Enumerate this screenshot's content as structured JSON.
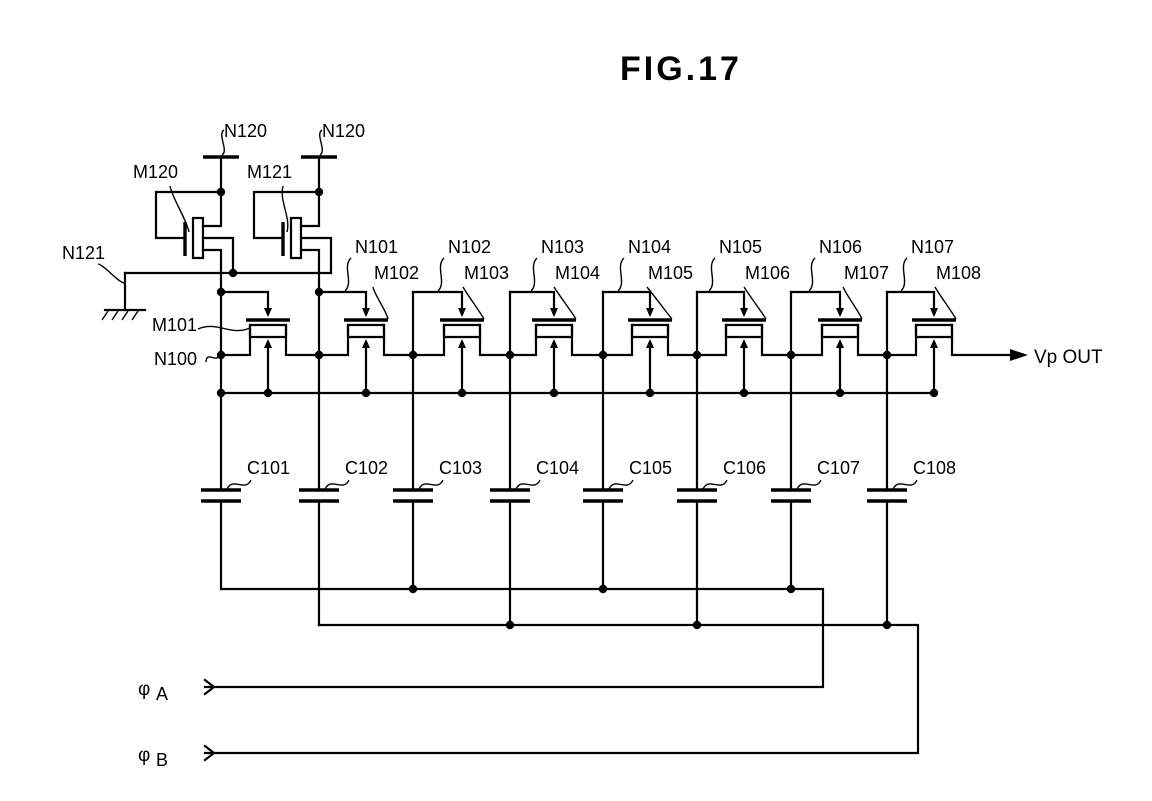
{
  "figure": {
    "title": "FIG.17",
    "output_label": "Vp OUT",
    "clock_inputs": [
      {
        "name": "phi-a",
        "symbol": "φ",
        "subscript": "A"
      },
      {
        "name": "phi-b",
        "symbol": "φ",
        "subscript": "B"
      }
    ],
    "supply_nodes": [
      "N120",
      "N120"
    ],
    "ground_node": "N121",
    "input_node": "N100",
    "bias_transistors": [
      "M120",
      "M121"
    ],
    "pump_transistors": [
      "M101",
      "M102",
      "M103",
      "M104",
      "M105",
      "M106",
      "M107",
      "M108"
    ],
    "intermediate_nodes": [
      "N101",
      "N102",
      "N103",
      "N104",
      "N105",
      "N106",
      "N107"
    ],
    "capacitors": [
      "C101",
      "C102",
      "C103",
      "C104",
      "C105",
      "C106",
      "C107",
      "C108"
    ],
    "capacitor_clock_assignment": [
      "A",
      "B",
      "A",
      "B",
      "A",
      "B",
      "A",
      "B"
    ],
    "line_color": "#000000",
    "background_color": "#ffffff"
  }
}
